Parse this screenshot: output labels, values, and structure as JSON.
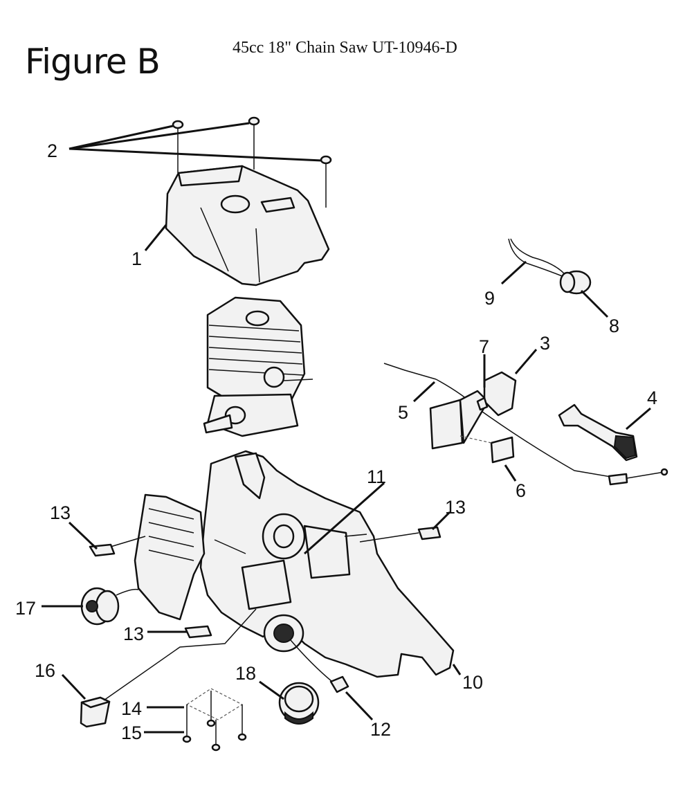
{
  "figure": {
    "label": "Figure B",
    "title": "45cc 18\" Chain Saw UT-10946-D"
  },
  "callouts": [
    {
      "id": "c1",
      "text": "1"
    },
    {
      "id": "c2",
      "text": "2"
    },
    {
      "id": "c3",
      "text": "3"
    },
    {
      "id": "c4",
      "text": "4"
    },
    {
      "id": "c5",
      "text": "5"
    },
    {
      "id": "c6",
      "text": "6"
    },
    {
      "id": "c7",
      "text": "7"
    },
    {
      "id": "c8",
      "text": "8"
    },
    {
      "id": "c9",
      "text": "9"
    },
    {
      "id": "c10",
      "text": "10"
    },
    {
      "id": "c11",
      "text": "11"
    },
    {
      "id": "c12",
      "text": "12"
    },
    {
      "id": "c13a",
      "text": "13"
    },
    {
      "id": "c13b",
      "text": "13"
    },
    {
      "id": "c13c",
      "text": "13"
    },
    {
      "id": "c14",
      "text": "14"
    },
    {
      "id": "c15",
      "text": "15"
    },
    {
      "id": "c16",
      "text": "16"
    },
    {
      "id": "c17",
      "text": "17"
    },
    {
      "id": "c18",
      "text": "18"
    }
  ]
}
